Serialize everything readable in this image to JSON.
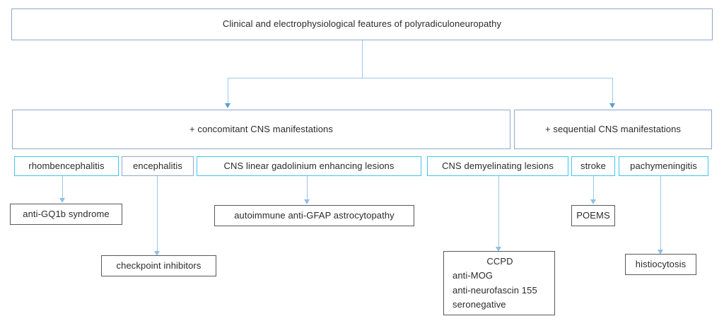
{
  "diagram": {
    "title": "Clinical and electrophysiological features of polyradiculoneuropathy",
    "root": {
      "label": "Clinical and electrophysiological features of polyradiculoneuropathy"
    },
    "branches": [
      {
        "id": "concomitant",
        "label": "+ concomitant CNS manifestations"
      },
      {
        "id": "sequential",
        "label": "+ sequential CNS manifestations"
      }
    ],
    "conditions": [
      {
        "id": "rhombencephalitis",
        "label": "rhombencephalitis",
        "border": "cyan"
      },
      {
        "id": "encephalitis",
        "label": "encephalitis",
        "border": "steel"
      },
      {
        "id": "gadolinium",
        "label": "CNS linear gadolinium enhancing lesions",
        "border": "cyan"
      },
      {
        "id": "demyelinating",
        "label": "CNS demyelinating lesions",
        "border": "cyan"
      },
      {
        "id": "stroke",
        "label": "stroke",
        "border": "cyan"
      },
      {
        "id": "pachymeningitis",
        "label": "pachymeningitis",
        "border": "cyan"
      }
    ],
    "diagnoses": [
      {
        "id": "gq1b",
        "label": "anti-GQ1b syndrome",
        "from": "rhombencephalitis"
      },
      {
        "id": "checkpoint",
        "label": "checkpoint inhibitors",
        "from": "encephalitis"
      },
      {
        "id": "gfap",
        "label": "autoimmune anti-GFAP astrocytopathy",
        "from": "gadolinium"
      },
      {
        "id": "poems",
        "label": "POEMS",
        "from": "stroke"
      },
      {
        "id": "histio",
        "label": "histiocytosis",
        "from": "pachymeningitis"
      }
    ],
    "ccpd": {
      "from": "demyelinating",
      "heading": "CCPD",
      "lines": [
        "anti-MOG",
        "anti-neurofascin 155",
        "seronegative"
      ]
    },
    "colors": {
      "border_steel": "#8ca9cd",
      "border_cyan": "#41c4f0",
      "border_gray": "#595959",
      "connector": "#7db2e0",
      "arrowhead": "#5b9bd5",
      "text": "#2b2b2b",
      "background": "#ffffff"
    }
  }
}
